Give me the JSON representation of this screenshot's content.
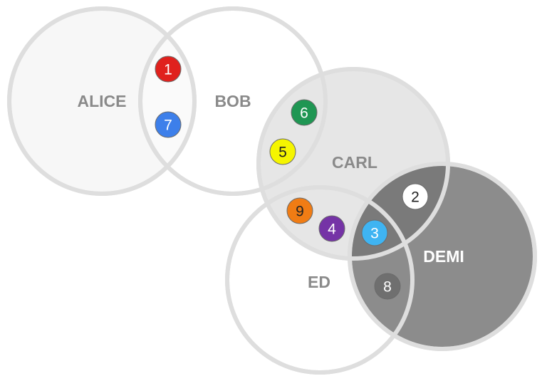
{
  "colors": {
    "background": "#ffffff",
    "outline": "#dedede",
    "alice_fill": "#f7f7f7",
    "bob_fill": "#ffffff",
    "carl_fill": "#e6e6e6",
    "ed_fill": "#ffffff",
    "demi_fill": "#8c8c8c",
    "carl_demi_overlap": "#7a7a7a",
    "label_text": "#8a8a8a",
    "demi_label_text": "#ffffff"
  },
  "sets": {
    "alice": "ALICE",
    "bob": "BOB",
    "carl": "CARL",
    "demi": "DEMI",
    "ed": "ED"
  },
  "badges": [
    {
      "label": "1",
      "color": "#e0211d",
      "text_color": "#ffffff",
      "sets": [
        "alice",
        "bob"
      ]
    },
    {
      "label": "7",
      "color": "#3d7fea",
      "text_color": "#ffffff",
      "sets": [
        "alice",
        "bob"
      ]
    },
    {
      "label": "6",
      "color": "#1f9653",
      "text_color": "#ffffff",
      "sets": [
        "bob",
        "carl"
      ]
    },
    {
      "label": "5",
      "color": "#f5f500",
      "text_color": "#222222",
      "sets": [
        "bob",
        "carl"
      ]
    },
    {
      "label": "2",
      "color": "#ffffff",
      "text_color": "#222222",
      "sets": [
        "carl",
        "demi"
      ]
    },
    {
      "label": "9",
      "color": "#f07c14",
      "text_color": "#222222",
      "sets": [
        "carl",
        "ed"
      ]
    },
    {
      "label": "4",
      "color": "#7533a6",
      "text_color": "#ffffff",
      "sets": [
        "carl",
        "ed"
      ]
    },
    {
      "label": "3",
      "color": "#3fb4f2",
      "text_color": "#ffffff",
      "sets": [
        "carl",
        "demi",
        "ed"
      ]
    },
    {
      "label": "8",
      "color": "#6f6f6f",
      "text_color": "#ffffff",
      "sets": [
        "demi",
        "ed"
      ]
    }
  ]
}
